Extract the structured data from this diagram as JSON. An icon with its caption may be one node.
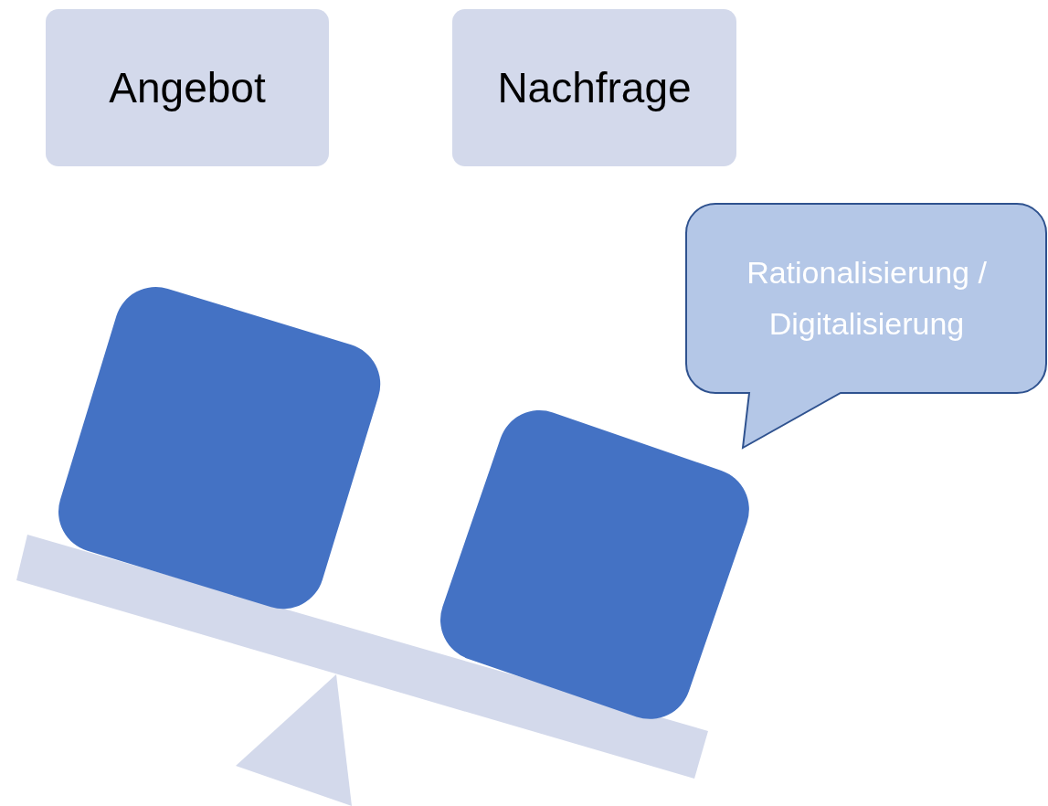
{
  "diagram": {
    "nodes": [
      {
        "text": [
          "Angebot"
        ]
      },
      {
        "text": [
          "Nachfrage"
        ]
      },
      {
        "text": [
          "Rationalisierung / Digitalisierung"
        ]
      },
      {
        "text": [],
        "shape": "box"
      },
      {
        "text": [],
        "shape": "box"
      }
    ]
  }
}
